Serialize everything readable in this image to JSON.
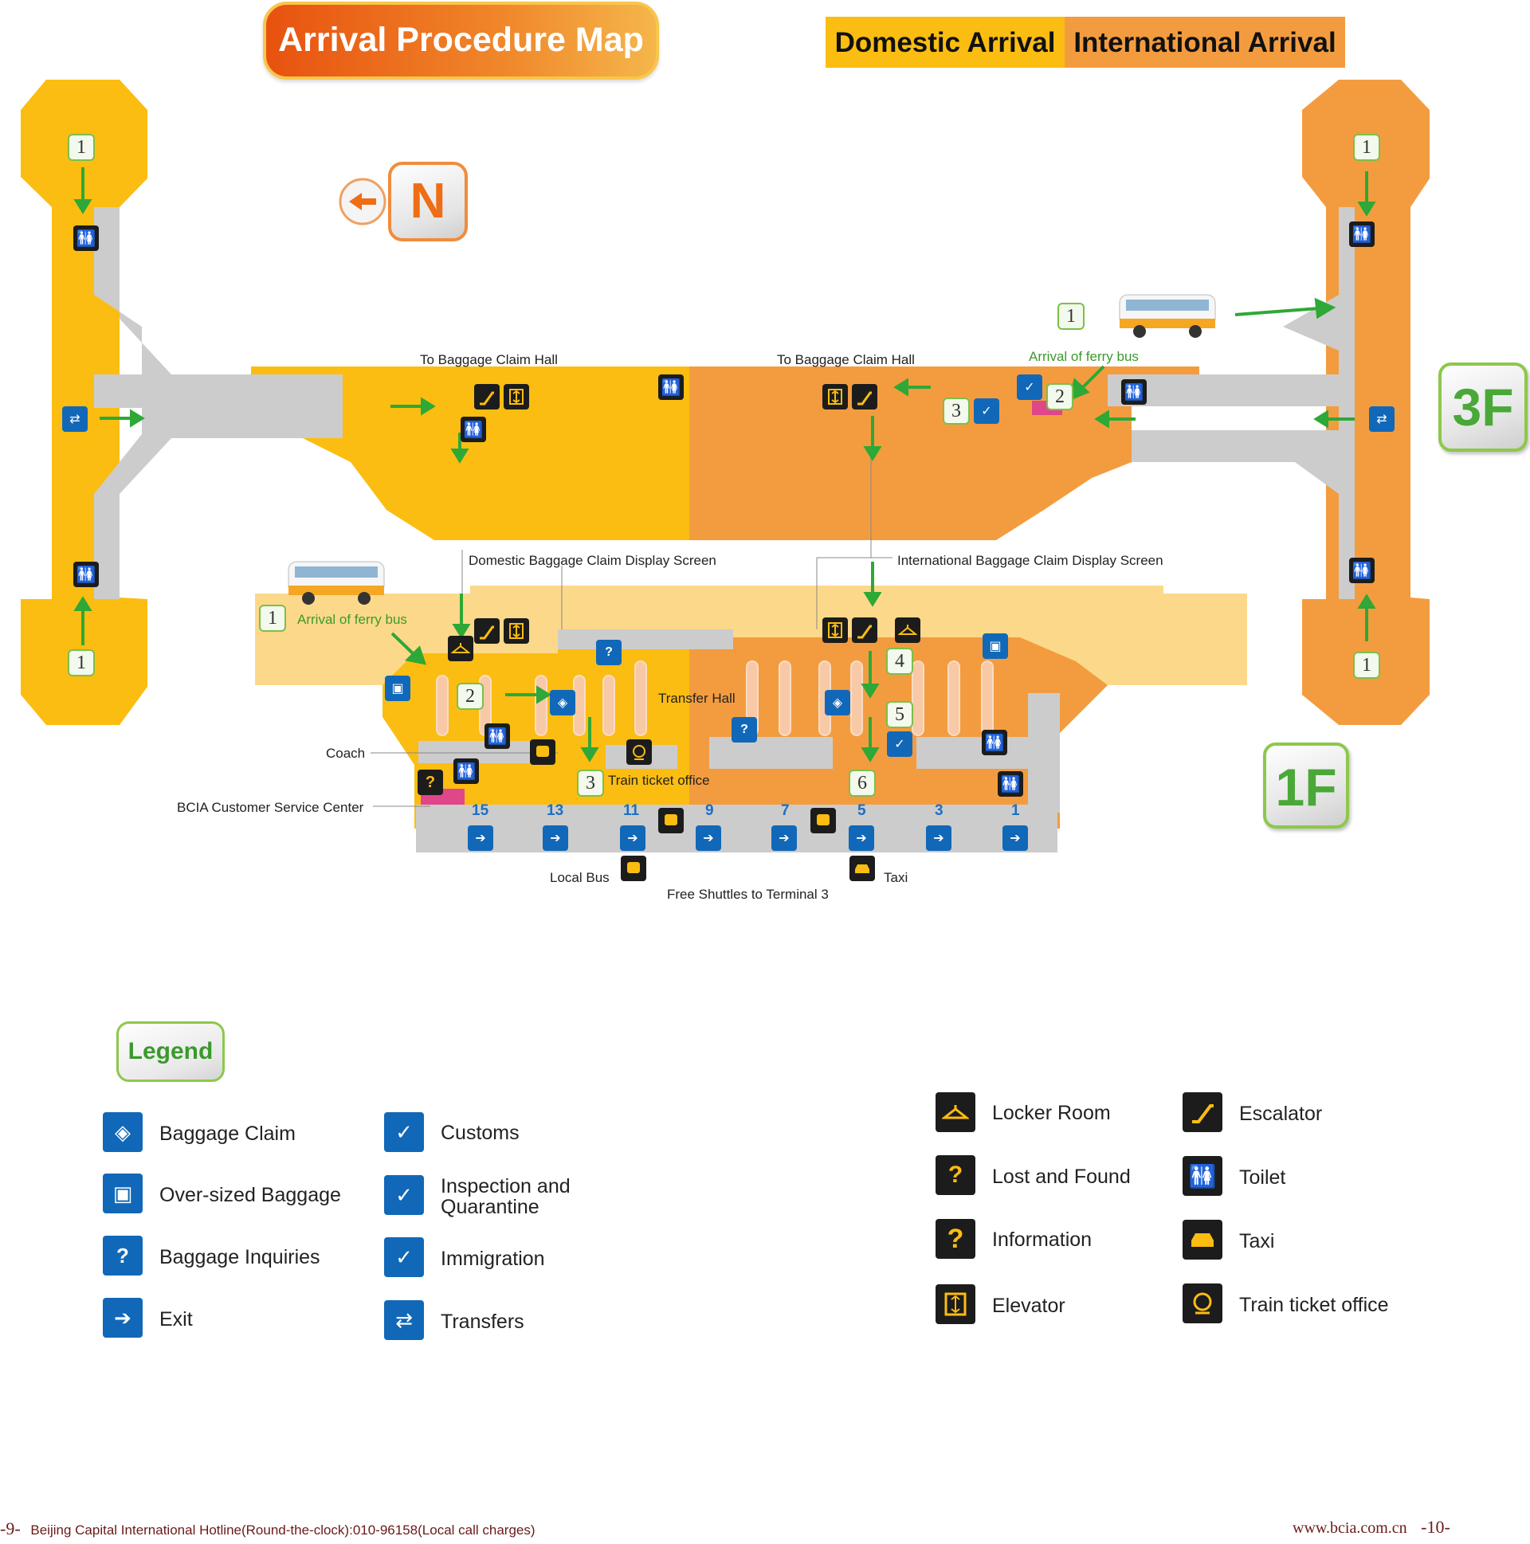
{
  "title": "Arrival Procedure Map",
  "legend_key": {
    "domestic_label": "Domestic Arrival",
    "international_label": "International Arrival",
    "domestic_color": "#fbbd11",
    "international_color": "#f39c3f",
    "corridor_color": "#cccccc"
  },
  "compass": {
    "letter": "N",
    "icon": "arrow-left-icon"
  },
  "floors": {
    "upper": "3F",
    "lower": "1F"
  },
  "map_labels": {
    "baggage_claim_hall_west": "To Baggage Claim Hall",
    "baggage_claim_hall_east": "To Baggage Claim Hall",
    "ferry_bus_3f": "Arrival of ferry bus",
    "ferry_bus_1f": "Arrival of ferry bus",
    "domestic_screen": "Domestic Baggage Claim Display Screen",
    "international_screen": "International Baggage Claim Display Screen",
    "transfer_hall": "Transfer Hall",
    "train_ticket_office": "Train ticket office",
    "coach": "Coach",
    "customer_service": "BCIA Customer Service Center",
    "local_bus": "Local Bus",
    "taxi": "Taxi",
    "free_shuttles": "Free Shuttles to Terminal 3"
  },
  "steps": {
    "s1": "1",
    "s2": "2",
    "s3": "3",
    "s4": "4",
    "s5": "5",
    "s6": "6"
  },
  "gates": [
    "15",
    "13",
    "11",
    "9",
    "7",
    "5",
    "3",
    "1"
  ],
  "legend_title": "Legend",
  "legend_blue": [
    {
      "label": "Baggage Claim",
      "icon": "baggage-claim-icon"
    },
    {
      "label": "Over-sized Baggage",
      "icon": "oversized-baggage-icon"
    },
    {
      "label": "Baggage Inquiries",
      "icon": "baggage-inquiries-icon"
    },
    {
      "label": "Exit",
      "icon": "exit-icon"
    },
    {
      "label": "Customs",
      "icon": "customs-icon"
    },
    {
      "label": "Inspection and Quarantine",
      "icon": "inspection-quarantine-icon"
    },
    {
      "label": "Immigration",
      "icon": "immigration-icon"
    },
    {
      "label": "Transfers",
      "icon": "transfers-icon"
    }
  ],
  "legend_black": [
    {
      "label": "Locker Room",
      "icon": "locker-room-icon"
    },
    {
      "label": "Lost and Found",
      "icon": "lost-and-found-icon"
    },
    {
      "label": "Information",
      "icon": "information-icon"
    },
    {
      "label": "Elevator",
      "icon": "elevator-icon"
    },
    {
      "label": "Escalator",
      "icon": "escalator-icon"
    },
    {
      "label": "Toilet",
      "icon": "toilet-icon"
    },
    {
      "label": "Taxi",
      "icon": "taxi-icon"
    },
    {
      "label": "Train ticket office",
      "icon": "train-ticket-office-icon"
    }
  ],
  "footer": {
    "left_page": "-9-",
    "hotline": "Beijing Capital International Hotline(Round-the-clock):010-96158(Local call charges)",
    "website": "www.bcia.com.cn",
    "right_page": "-10-"
  }
}
